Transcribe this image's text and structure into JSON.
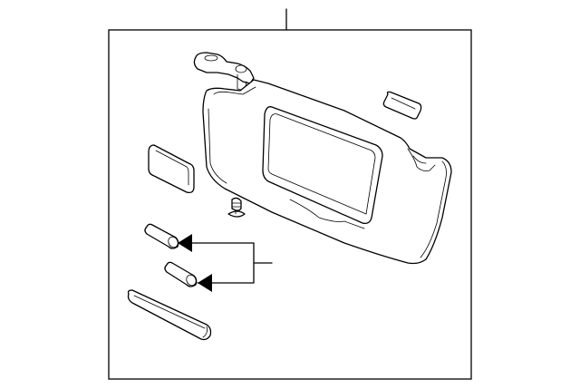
{
  "diagram": {
    "style": "exploded parts line drawing",
    "line_color": "#000000",
    "background_color": "#ffffff",
    "parts": [
      {
        "id": "sun-visor",
        "icon": "sun-visor-icon"
      },
      {
        "id": "visor-clip",
        "icon": "visor-clip-icon"
      },
      {
        "id": "mirror-lamp-cover",
        "icon": "lamp-lens-icon"
      },
      {
        "id": "mirror-lamp-lens",
        "icon": "lamp-lens-icon"
      },
      {
        "id": "screw",
        "icon": "screw-icon"
      },
      {
        "id": "lamp-bulb-upper",
        "icon": "bulb-icon"
      },
      {
        "id": "lamp-bulb-lower",
        "icon": "bulb-icon"
      },
      {
        "id": "trim-strip",
        "icon": "trim-strip-icon"
      }
    ],
    "callouts": [
      "assembly-leader-line",
      "bulb-bracket-callout"
    ]
  }
}
